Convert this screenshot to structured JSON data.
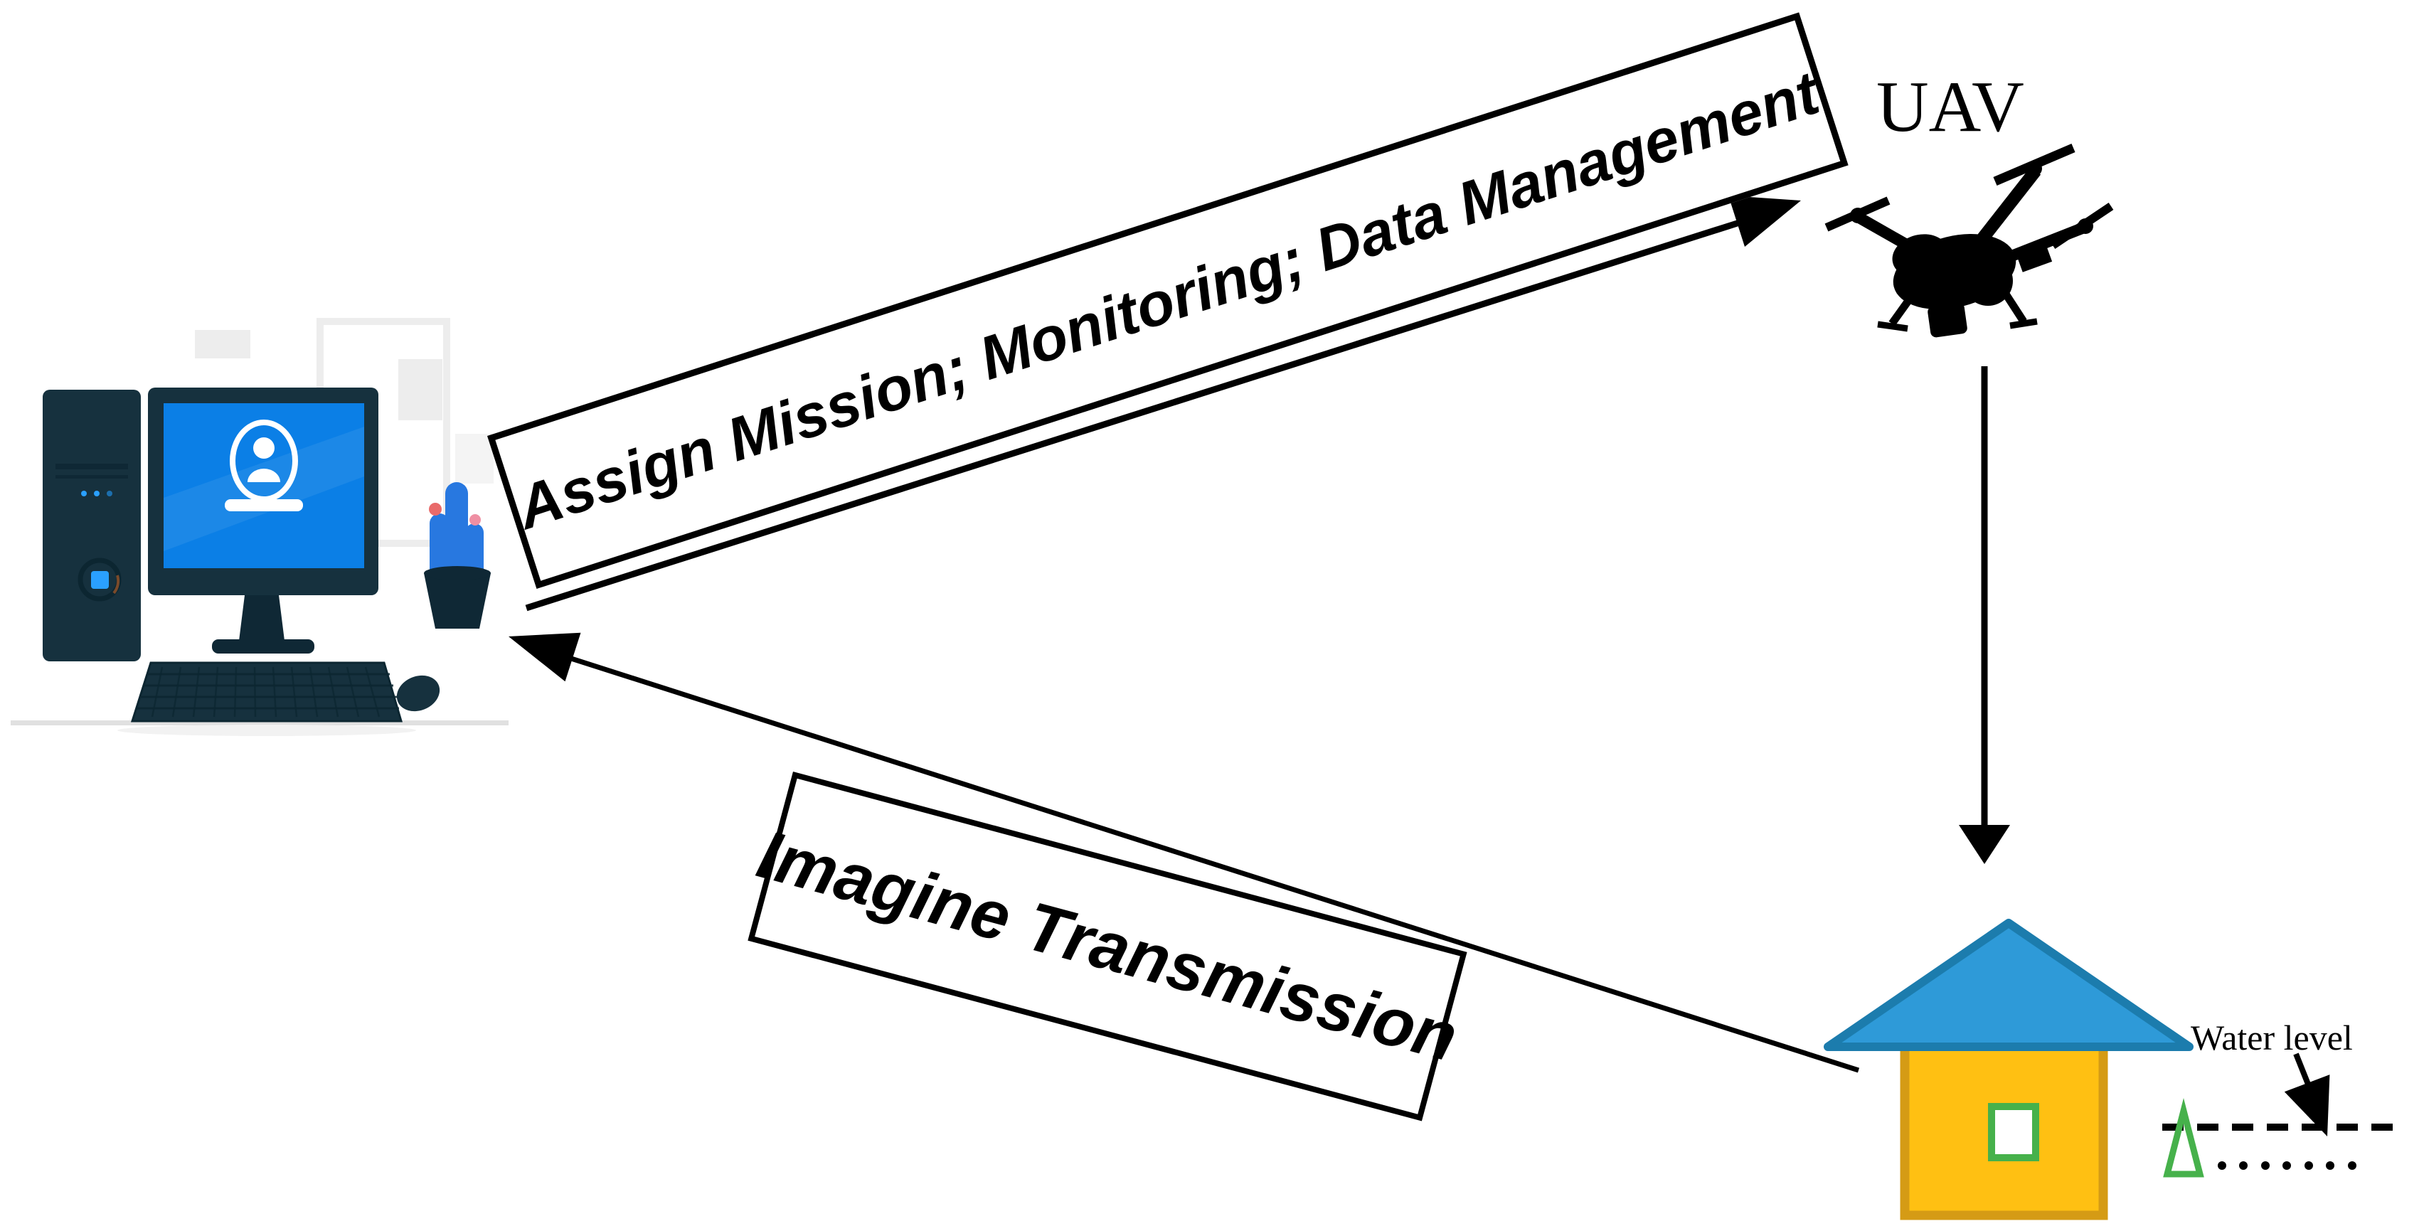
{
  "labels": {
    "assign_box": "Assign Mission; Monitoring; Data Management",
    "imagine_box": "Imagine Transmission",
    "uav": "UAV",
    "water_level": "Water level"
  },
  "diagram": {
    "type": "uav-monitoring-schematic",
    "nodes": [
      "ground-control-computer",
      "uav-drone",
      "monitored-house",
      "water-level-gauge"
    ],
    "edges": [
      {
        "from": "ground-control-computer",
        "to": "uav-drone",
        "label": "Assign Mission; Monitoring; Data Management",
        "style": "solid-arrow"
      },
      {
        "from": "uav-drone",
        "to": "monitored-house",
        "label": "",
        "style": "solid-arrow-down"
      },
      {
        "from": "monitored-house",
        "to": "ground-control-computer",
        "label": "Imagine Transmission",
        "style": "solid-arrow"
      },
      {
        "from": "water_level_text",
        "to": "dashed-water-line",
        "label": "Water level",
        "style": "solid-arrow"
      }
    ]
  },
  "colors": {
    "background": "#ffffff",
    "line_black": "#000000",
    "roof_fill": "#2E9AD8",
    "roof_border": "#1C7CAD",
    "house_fill": "#FFC012",
    "house_border": "#D59B15",
    "window_green": "#46B14B",
    "water_marker_green": "#46B14B",
    "screen_blue": "#0B7FE6",
    "device_navy": "#16313E",
    "device_navy_dark": "#0F2835",
    "cactus_blue": "#2878E0",
    "cactus_flower_red": "#E96A6A",
    "cactus_flower_pink": "#EF8FA3",
    "led_blue": "#2AA0FF",
    "wall_decor_gray": "#EDEDED",
    "desk_gray": "#E0E0E0"
  }
}
